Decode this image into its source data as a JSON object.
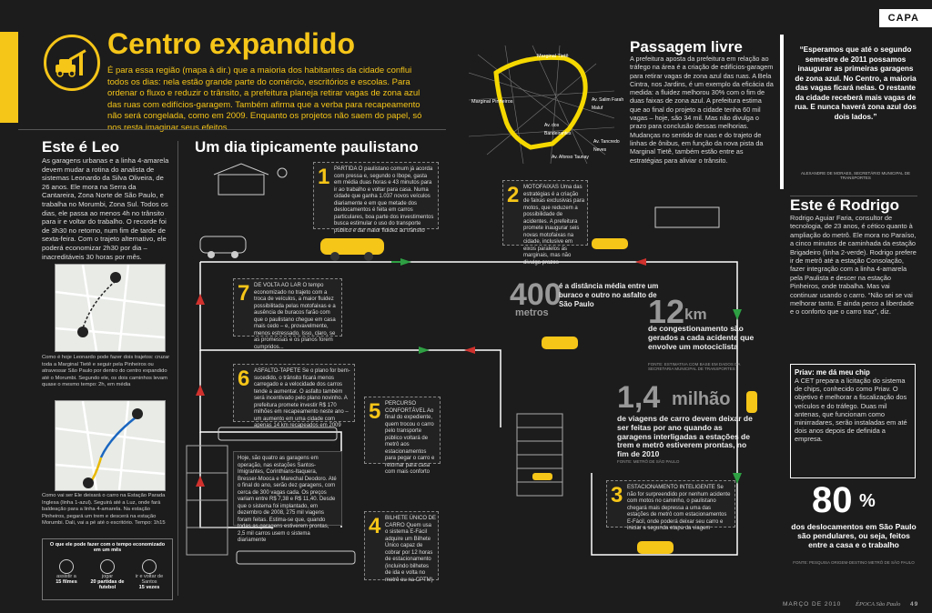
{
  "header": {
    "section_tag": "CAPA",
    "title": "Centro expandido",
    "intro": "É para essa região (mapa à dir.) que a maioria dos habitantes da cidade conflui todos os dias: nela estão grande parte do comércio, escritórios e escolas. Para ordenar o fluxo e reduzir o trânsito, a prefeitura planeja retirar vagas de zona azul das ruas com edifícios-garagem. Também afirma que a verba para recapeamento não será congelada, como em 2009. Enquanto os projetos não saem do papel, só nos resta imaginar seus efeitos."
  },
  "map_labels": {
    "marginal_tiete": "Marginal Tietê",
    "marginal_pinheiros": "Marginal Pinheiros",
    "salim": "Av. Salim Farah Maluf",
    "bandeirantes": "Av. dos Bandeirantes",
    "tancredo": "Av. Tancredo Neves",
    "afonso": "Av. Afonso Taunay"
  },
  "passagem": {
    "title": "Passagem livre",
    "text": "A prefeitura aposta da prefeitura em relação ao tráfego na área é a criação de edifícios-garagem para retirar vagas de zona azul das ruas. A Bela Cintra, nos Jardins, é um exemplo da eficácia da medida: a fluidez melhorou 30% com o fim de duas faixas de zona azul. A prefeitura estima que ao final do projeto a cidade tenha 60 mil vagas – hoje, são 34 mil. Mas não divulga o prazo para conclusão dessas melhorias. Mudanças no sentido de ruas e do trajeto de linhas de ônibus, em função da nova pista da Marginal Tietê, também estão entre as estratégias para aliviar o trânsito."
  },
  "quote": {
    "text": "“Esperamos que até o segundo semestre de 2011 possamos inaugurar as primeiras garagens de zona azul. No Centro, a maioria das vagas ficará nelas. O restante da cidade receberá mais vagas de rua. E nunca haverá zona azul dos dois lados.”",
    "author": "ALEXANDRE DE MORAES, SECRETÁRIO MUNICIPAL DE TRANSPORTES"
  },
  "leo": {
    "title": "Este é Leo",
    "text": "As garagens urbanas e a linha 4-amarela devem mudar a rotina do analista de sistemas Leonardo da Silva Oliveira, de 26 anos. Ele mora na Serra da Cantareira, Zona Norte de São Paulo, e trabalha no Morumbi, Zona Sul. Todos os dias, ele passa ao menos 4h no trânsito para ir e voltar do trabalho. O recorde foi de 3h30 no retorno, num fim de tarde de sexta-feira. Com o trajeto alternativo, ele poderá economizar 2h30 por dia – inacreditáveis 30 horas por mês.",
    "caption1": "Como é hoje Leonardo pode fazer dois trajetos: cruzar toda a Marginal Tietê e seguir pela Pinheiros ou atravessar São Paulo por dentro do centro expandido até o Morumbi. Segundo ele, os dois caminhos levam quase o mesmo tempo: 2h, em média",
    "caption2": "Como vai ser Ele deixará o carro na Estação Parada Inglesa (linha 1-azul). Seguirá até a Luz, onde fará baldeação para a linha 4-amarela. Na estação Pinheiros, pegará um trem e descerá na estação Morumbi. Dali, vai a pé até o escritório. Tempo: 1h15"
  },
  "legend": {
    "title": "O que ele pode fazer com o tempo economizado em um mês",
    "items": [
      {
        "label": "assistir a",
        "value": "15 filmes"
      },
      {
        "label": "jogar",
        "value": "20 partidas de futebol"
      },
      {
        "label": "ir e voltar de Santos",
        "value": "15 vezes"
      }
    ]
  },
  "flow": {
    "title": "Um dia tipicamente paulistano",
    "steps": [
      {
        "num": "1",
        "text": "PARTIDA O paulistano comum já acorda com pressa e, segundo o Ibope, gasta em média duas horas e 43 minutos para ir ao trabalho e voltar para casa. Numa cidade que ganha 1.037 novos veículos diariamente e em que metade dos deslocamentos é feita em carros particulares, boa parte dos investimentos busca estimular o uso do transporte público e dar maior fluidez ao trânsito"
      },
      {
        "num": "2",
        "text": "MOTOFAIXAS Uma das estratégias é a criação de faixas exclusivas para motos, que reduzem a possibilidade de acidentes. A prefeitura promete inaugurar seis novas motofaixas na cidade, inclusive em eixos paralelos às marginais, mas não divulga prazos"
      },
      {
        "num": "3",
        "text": "ESTACIONAMENTO INTELIGENTE Se não for surpreendido por nenhum acidente com motos no caminho, o paulistano chegará mais depressa a uma das estações de metrô com estacionamentos E-Fácil, onde poderá deixar seu carro e iniciar a segunda etapa da viagem"
      },
      {
        "num": "4",
        "text": "BILHETE ÚNICO DE CARRO Quem usa o sistema E-Fácil adquire um Bilhete Único capaz de cobrar por 12 horas de estacionamento (incluindo bilhetes de ida e volta no metrô ou na CPTM)"
      },
      {
        "num": "5",
        "text": "PERCURSO CONFORTÁVEL Ao final do expediente, quem trocou o carro pelo transporte público voltará de metrô aos estacionamentos para pegar o carro e retornar para casa com mais conforto"
      },
      {
        "num": "6",
        "text": "ASFALTO-TAPETE Se o plano for bem-sucedido, o trânsito ficará menos carregado e a velocidade dos carros tende a aumentar. O asfalto também será incentivado pelo plano novinho. A prefeitura promete investir R$ 170 milhões em recapeamento neste ano – um aumento em uma cidade com apenas 14 km recapeados em 2009"
      },
      {
        "num": "7",
        "text": "DE VOLTA AO LAR O tempo economizado no trajeto com a troca de veículos, a maior fluidez possibilitada pelas motofaixas e a ausência de buracos farão com que o paulistano chegue em casa mais cedo – e, provavelmente, menos estressado. Isso, claro, se as promessas e os planos forem cumpridos..."
      }
    ],
    "trains_text": "Hoje, são quatro as garagens em operação, nas estações Santos-Imigrantes, Corinthians-Itaquera, Bresser-Mooca e Marechal Deodoro. Até o final do ano, serão dez garagens, com cerca de 300 vagas cada. Os preços variam entre R$ 7,38 e R$ 11,40. Desde que o sistema foi implantado, em dezembro de 2008, 275 mil viagens foram feitas. Estima-se que, quando todas as garagens estiverem prontas, 2,5 mil carros usem o sistema diariamente"
  },
  "stats": {
    "s400_num": "400",
    "s400_unit": "metros",
    "s400_text": "é a distância média entre um buraco e outro no asfalto de São Paulo",
    "s12_num": "12",
    "s12_unit": "km",
    "s12_text": "de congestionamento são gerados a cada acidente que envolve um motociclista",
    "s12_src": "FONTE: ESTIMATIVA COM BASE EM DADOS DA SECRETARIA MUNICIPAL DE TRANSPORTES",
    "s14_num": "1,4",
    "s14_unit": "milhão",
    "s14_text": "de viagens de carro devem deixar de ser feitas por ano quando as garagens interligadas a estações de trem e metrô estiverem prontas, no fim de 2010",
    "s14_src": "FONTE: METRÔ DE SÃO PAULO",
    "s80_num": "80",
    "s80_unit": "%",
    "s80_text": "dos deslocamentos em São Paulo são pendulares, ou seja, feitos entre a casa e o trabalho",
    "s80_src": "FONTE: PESQUISA ORIGEM-DESTINO METRÔ DE SÃO PAULO"
  },
  "rodrigo": {
    "title": "Este é Rodrigo",
    "text": "Rodrigo Aguiar Faria, consultor de tecnologia, de 23 anos, é cético quanto à ampliação do metrô. Ele mora no Paraíso, a cinco minutos de caminhada da estação Brigadeiro (linha 2-verde). Rodrigo prefere ir de metrô até a estação Consolação, fazer integração com a linha 4-amarela pela Paulista e descer na estação Pinheiros, onde trabalha. Mas vai continuar usando o carro. “Não sei se vai melhorar tanto. E ainda perco a liberdade e o conforto que o carro traz”, diz.",
    "priv_title": "Priav: me dá meu chip",
    "priv_text": "A CET prepara a licitação do sistema de chips, conhecido como Priav. O objetivo é melhorar a fiscalização dos veículos e do tráfego. Duas mil antenas, que funcionam como minirradares, serão instaladas em até dois anos depois de definida a empresa."
  },
  "footer": {
    "left": "MARÇO DE 2010",
    "brand": "ÉPOCA São Paulo",
    "page": "49"
  },
  "colors": {
    "accent": "#f5c518",
    "bg": "#1c1c1c",
    "green": "#2ea043",
    "red": "#d0312d"
  }
}
